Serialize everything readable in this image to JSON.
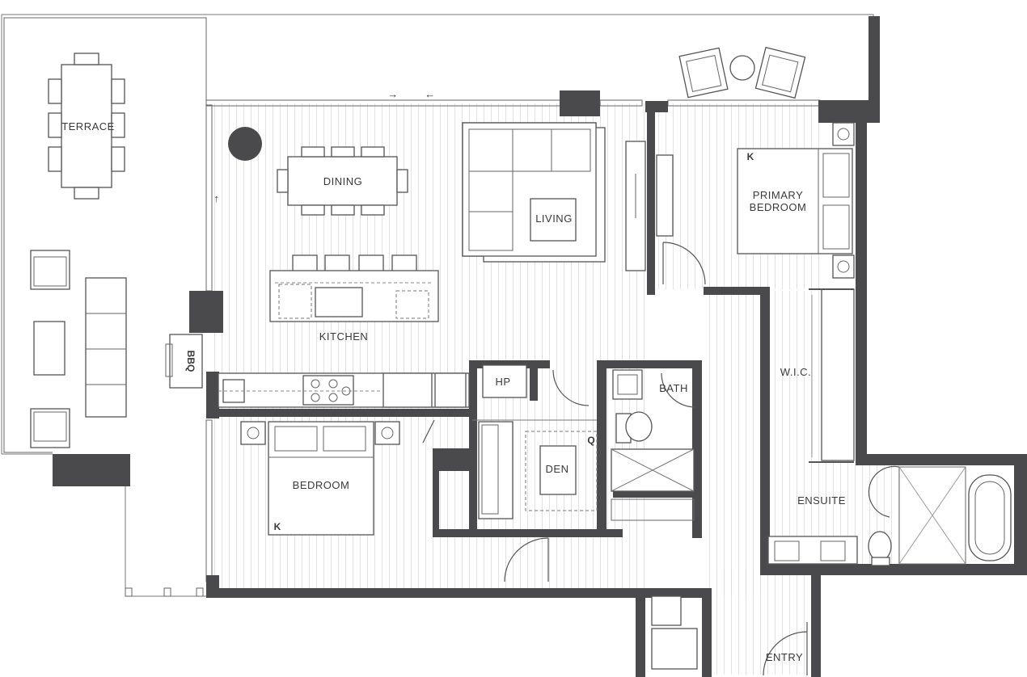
{
  "rooms": {
    "terrace": "TERRACE",
    "dining": "DINING",
    "living": "LIVING",
    "kitchen": "KITCHEN",
    "primary_bedroom_line1": "PRIMARY",
    "primary_bedroom_line2": "BEDROOM",
    "wic": "W.I.C.",
    "bath": "BATH",
    "hp": "HP",
    "den": "DEN",
    "bedroom": "BEDROOM",
    "ensuite": "ENSUITE",
    "entry": "ENTRY",
    "bbq": "BBQ"
  },
  "bed_sizes": {
    "primary": "K",
    "bedroom": "K",
    "den": "Q"
  },
  "arrows": {
    "right": "→",
    "left": "←",
    "up": "↑"
  },
  "colors": {
    "wall": "#4a4a4c",
    "floor_lines": "#d8d8d8",
    "line": "#555555"
  }
}
